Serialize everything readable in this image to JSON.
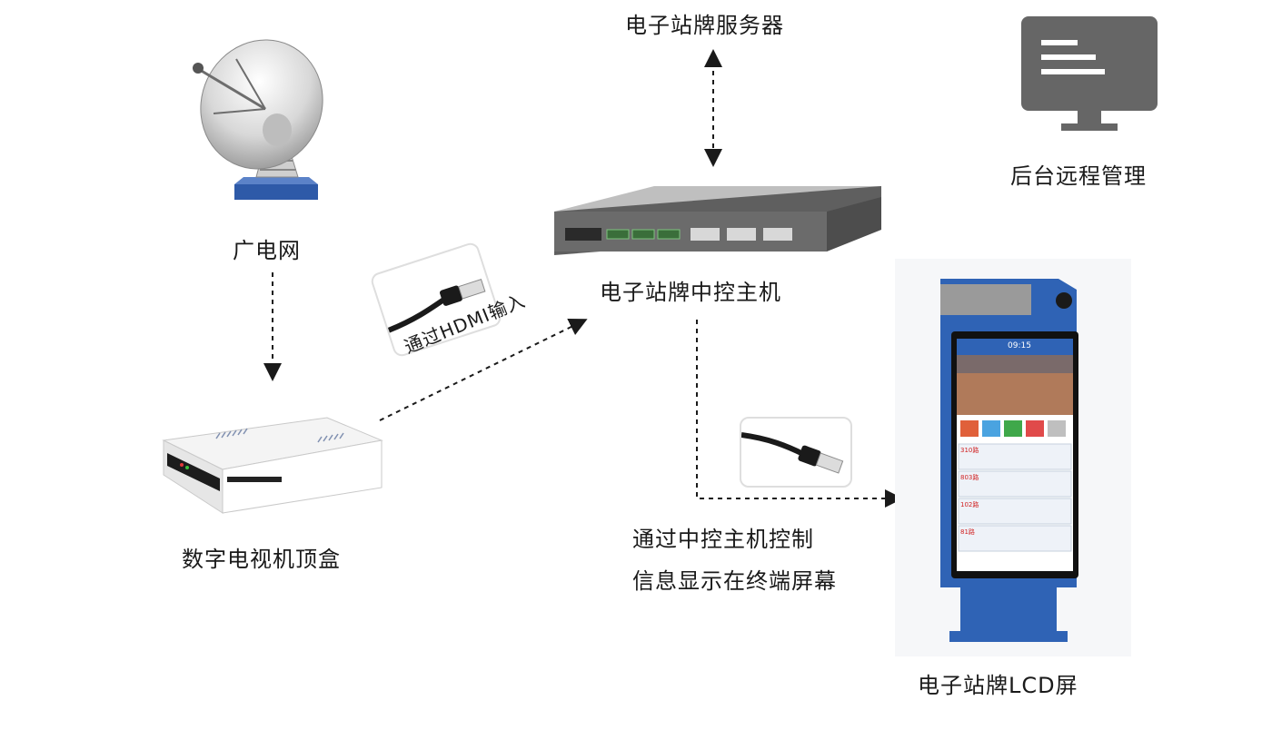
{
  "nodes": {
    "server": {
      "label": "电子站牌服务器"
    },
    "backend": {
      "label": "后台远程管理"
    },
    "broadcast": {
      "label": "广电网"
    },
    "controller": {
      "label": "电子站牌中控主机"
    },
    "settop": {
      "label": "数字电视机顶盒"
    },
    "lcd": {
      "label": "电子站牌LCD屏"
    }
  },
  "edges": {
    "hdmi": {
      "label": "通过HDMI输入"
    },
    "display": {
      "line1": "通过中控主机控制",
      "line2": "信息显示在终端屏幕"
    }
  },
  "screen": {
    "time": "09:15",
    "routes": [
      "310路",
      "803路",
      "102路",
      "81路"
    ]
  },
  "colors": {
    "kiosk_blue": "#2f63b5",
    "arrow": "#1a1a1a",
    "monitor": "#666666"
  }
}
